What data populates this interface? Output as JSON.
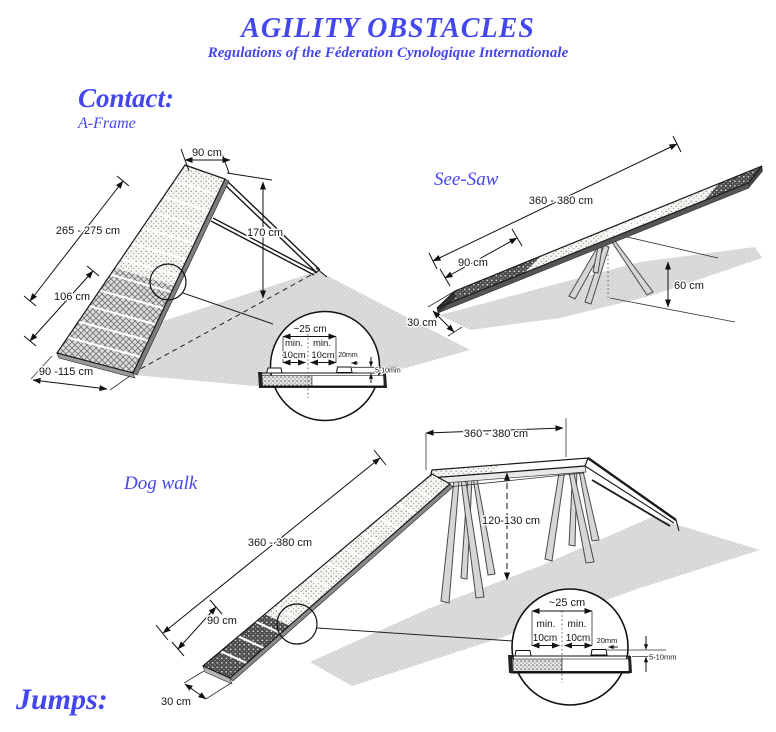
{
  "page": {
    "title": "AGILITY OBSTACLES",
    "subtitle": "Regulations of the Féderation Cynologique Internationale"
  },
  "sections": {
    "contact": "Contact:",
    "jumps": "Jumps:"
  },
  "obstacles": {
    "aframe": {
      "label": "A-Frame",
      "ramp_width_top": "90 cm",
      "ramp_length": "265 - 275 cm",
      "apex_height": "170 cm",
      "contact_zone_length": "106 cm",
      "base_width": "90 -115 cm"
    },
    "seesaw": {
      "label": "See-Saw",
      "plank_length": "360 - 380 cm",
      "contact_zone_length": "90 cm",
      "pivot_height": "60 cm",
      "plank_width": "30 cm"
    },
    "dogwalk": {
      "label": "Dog walk",
      "top_plank_length": "360 - 380 cm",
      "ramp_length": "360 - 380 cm",
      "walk_height": "120-130 cm",
      "contact_zone_length": "90 cm",
      "plank_width": "30 cm"
    }
  },
  "slat_detail": {
    "slat_spacing": "~25 cm",
    "min_label": "min.",
    "min_distance": "10cm",
    "slat_width": "20mm",
    "slat_thickness": "5-10mm"
  },
  "colors": {
    "heading_blue": "#4446ee",
    "diagram_line": "#141414",
    "shadow_gray": "#dcdcdc"
  }
}
